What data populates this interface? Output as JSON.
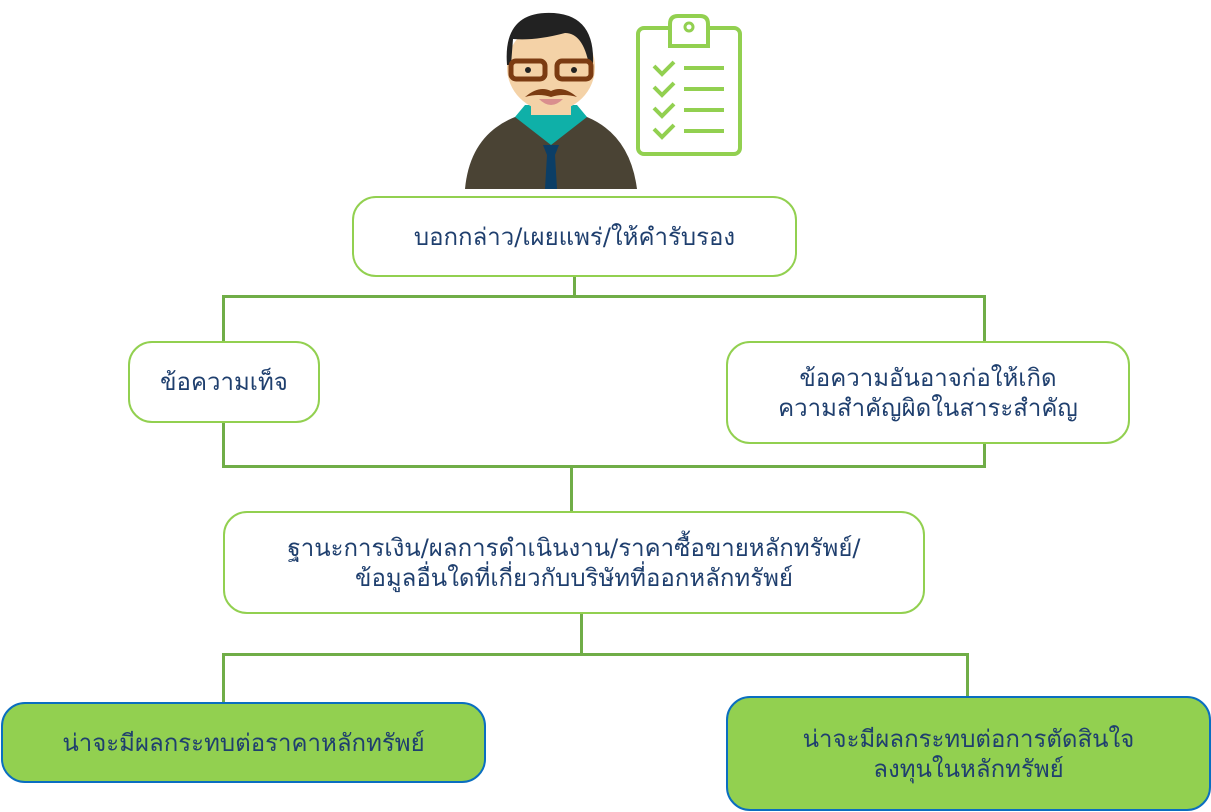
{
  "illustration": {
    "person_icon": "businessman-icon",
    "clipboard_icon": "checklist-clipboard-icon",
    "accent": "#92d050"
  },
  "nodes": {
    "statement": "บอกกล่าว/เผยแพร่/ให้คำรับรอง",
    "false_info": "ข้อความเท็จ",
    "misleading": [
      "ข้อความอันอาจก่อให้เกิด",
      "ความสำคัญผิดในสาระสำคัญ"
    ],
    "subject": [
      "ฐานะการเงิน/ผลการดำเนินงาน/ราคาซื้อขายหลักทรัพย์/",
      "ข้อมูลอื่นใดที่เกี่ยวกับบริษัทที่ออกหลักทรัพย์"
    ],
    "price_impact": "น่าจะมีผลกระทบต่อราคาหลักทรัพย์",
    "decision_impact": [
      "น่าจะมีผลกระทบต่อการตัดสินใจ",
      "ลงทุนในหลักทรัพย์"
    ]
  },
  "colors": {
    "text": "#1f3f6e",
    "line": "#70ad47",
    "border": "#92d050",
    "fill": "#92d050",
    "fill_border": "#0a6ec0"
  }
}
